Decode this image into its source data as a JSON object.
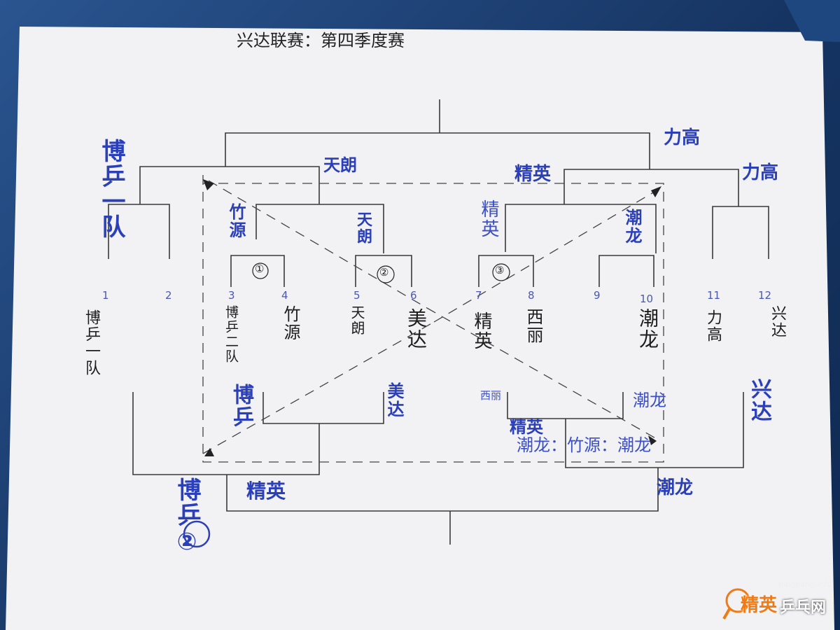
{
  "title": "兴达联赛：第四季度赛",
  "slots": [
    {
      "num": "1",
      "team": "博乒一队"
    },
    {
      "num": "2",
      "team": ""
    },
    {
      "num": "3",
      "team": "博乒二队"
    },
    {
      "num": "4",
      "team": "竹源"
    },
    {
      "num": "5",
      "team": "天朗"
    },
    {
      "num": "6",
      "team": "美达"
    },
    {
      "num": "7",
      "team": "精英"
    },
    {
      "num": "8",
      "team": "西丽"
    },
    {
      "num": "9",
      "team": ""
    },
    {
      "num": "10",
      "team": "潮龙"
    },
    {
      "num": "11",
      "team": "力高"
    },
    {
      "num": "12",
      "team": "兴达"
    }
  ],
  "match_marks": [
    "①",
    "②",
    "③"
  ],
  "upper_results": {
    "r1_left": "博乒一队",
    "r1_mid_left_a": "竹源",
    "r1_mid_left_b": "天朗",
    "r1_mid_right_a": "精英",
    "r1_mid_right_b": "潮龙",
    "r1_right": "力高",
    "r2_left": "天朗",
    "r2_right": "精英",
    "top_right": "力高"
  },
  "lower_results": {
    "l1": "博乒",
    "l2": "美达",
    "l3": "西丽",
    "l4": "精英",
    "l5": "潮龙",
    "l6": "兴达",
    "l7": "潮龙：竹源：潮龙",
    "l8": "精英",
    "l9": "潮龙",
    "champion_mark": "博乒②"
  },
  "watermark": {
    "site": "pingpang.info",
    "brand": "精英",
    "name": "乒乓网"
  },
  "colors": {
    "paper": "#f4f4f6",
    "pen": "#1d1d1d",
    "ink": "#2a3fb8",
    "line": "#333333"
  }
}
